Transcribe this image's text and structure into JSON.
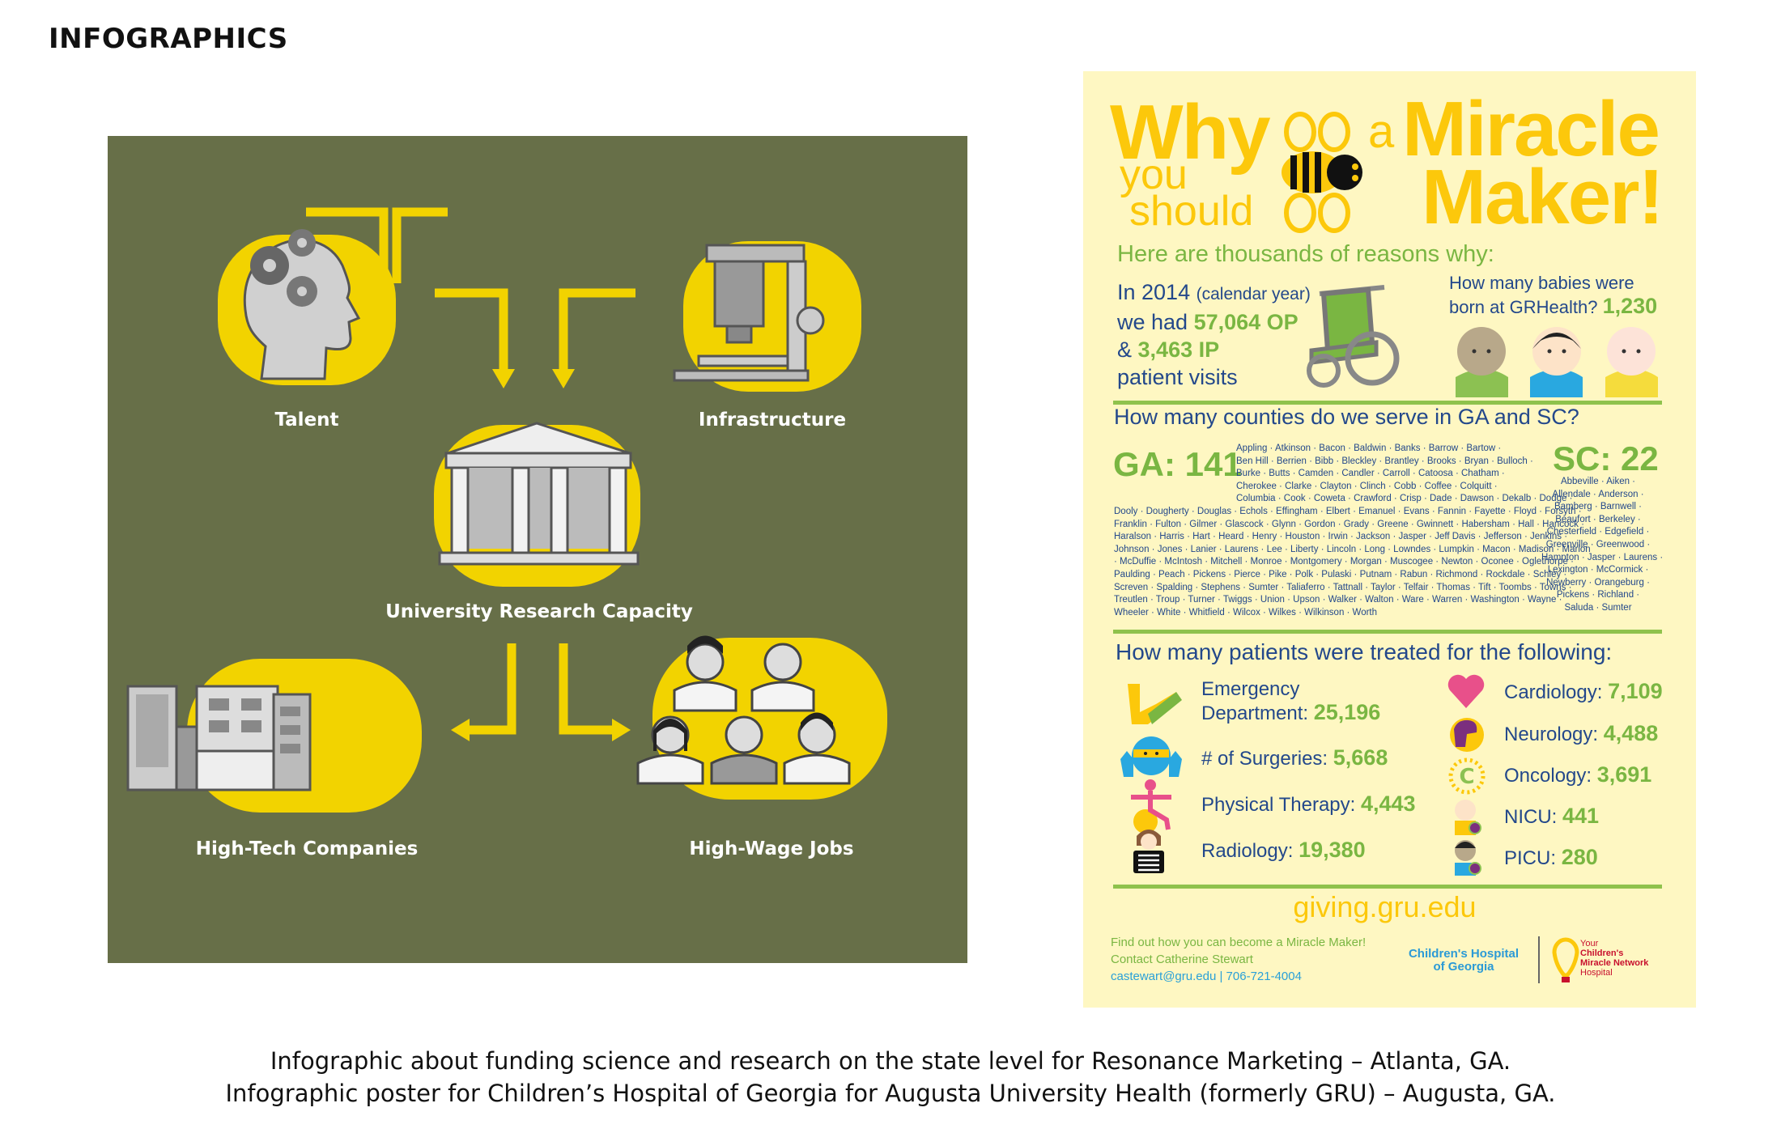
{
  "heading": "INFOGRAPHICS",
  "research_infographic": {
    "nodes": {
      "talent": "Talent",
      "infrastructure": "Infrastructure",
      "university": "University Research Capacity",
      "high_tech": "High-Tech Companies",
      "high_wage": "High-Wage Jobs"
    }
  },
  "poster": {
    "title": {
      "why": "Why",
      "you": "you",
      "should": "should",
      "a": "a",
      "miracle": "Miracle",
      "maker": "Maker!"
    },
    "subtitle": "Here are thousands of reasons why:",
    "visits": {
      "line1_a": "In 2014",
      "line1_b": "(calendar year)",
      "line2_a": "we had",
      "op": "57,064 OP",
      "line3_a": "&",
      "ip": "3,463 IP",
      "line4": "patient visits"
    },
    "babies": {
      "q1": "How many babies were",
      "q2": "born at GRHealth?",
      "count": "1,230"
    },
    "counties": {
      "question": "How many counties do we serve in GA and SC?",
      "ga_label": "GA: 141",
      "ga_lines": [
        "Appling · Atkinson · Bacon · Baldwin · Banks · Barrow · Bartow ·",
        "Ben Hill · Berrien · Bibb · Bleckley · Brantley · Brooks · Bryan · Bulloch ·",
        "Burke · Butts · Camden · Candler · Carroll · Catoosa · Chatham ·",
        "Cherokee · Clarke · Clayton · Clinch · Cobb · Coffee · Colquitt ·",
        "Columbia · Cook · Coweta · Crawford · Crisp · Dade · Dawson · Dekalb · Dodge ·",
        "Dooly · Dougherty · Douglas · Echols · Effingham · Elbert · Emanuel · Evans · Fannin · Fayette · Floyd · Forsyth ·",
        "Franklin · Fulton · Gilmer · Glascock · Glynn · Gordon · Grady · Greene · Gwinnett · Habersham · Hall · Hancock ·",
        "Haralson · Harris · Hart · Heard · Henry · Houston · Irwin · Jackson · Jasper · Jeff Davis · Jefferson · Jenkins ·",
        "Johnson · Jones · Lanier · Laurens · Lee · Liberty · Lincoln · Long · Lowndes · Lumpkin · Macon · Madison · Marion",
        "· McDuffie · McIntosh · Mitchell · Monroe · Montgomery · Morgan · Muscogee · Newton · Oconee · Oglethorpe ·",
        "Paulding · Peach · Pickens · Pierce · Pike · Polk · Pulaski · Putnam · Rabun · Richmond · Rockdale · Schley ·",
        "Screven · Spalding · Stephens · Sumter · Taliaferro · Tattnall · Taylor · Telfair · Thomas · Tift · Toombs · Towns ·",
        "Treutlen · Troup · Turner · Twiggs · Union · Upson · Walker · Walton · Ware · Warren · Washington · Wayne ·",
        "Wheeler · White · Whitfield · Wilcox · Wilkes · Wilkinson · Worth"
      ],
      "sc_label": "SC: 22",
      "sc_lines": [
        "Abbeville · Aiken ·",
        "Allendale · Anderson ·",
        "Bamberg · Barnwell ·",
        "Beaufort · Berkeley ·",
        "Chesterfield · Edgefield ·",
        "Greenville · Greenwood ·",
        "Hampton · Jasper · Laurens ·",
        "Lexington · McCormick ·",
        "Newberry · Orangeburg ·",
        "Pickens · Richland ·",
        "Saluda · Sumter"
      ]
    },
    "treated": {
      "question": "How many patients were treated for the following:",
      "left": [
        {
          "label1": "Emergency",
          "label2": "Department:",
          "value": "25,196",
          "icon": "arm-cast-icon"
        },
        {
          "label": "# of Surgeries:",
          "value": "5,668",
          "icon": "surgeon-icon"
        },
        {
          "label": "Physical Therapy:",
          "value": "4,443",
          "icon": "physical-therapy-icon"
        },
        {
          "label": "Radiology:",
          "value": "19,380",
          "icon": "xray-icon"
        }
      ],
      "right": [
        {
          "label": "Cardiology:",
          "value": "7,109",
          "icon": "heart-icon"
        },
        {
          "label": "Neurology:",
          "value": "4,488",
          "icon": "brain-icon"
        },
        {
          "label": "Oncology:",
          "value": "3,691",
          "icon": "sun-c-icon"
        },
        {
          "label": "NICU:",
          "value": "441",
          "icon": "baby-icon"
        },
        {
          "label": "PICU:",
          "value": "280",
          "icon": "child-icon"
        }
      ]
    },
    "website": "giving.gru.edu",
    "contact": {
      "line1": "Find out how you can become a Miracle Maker!",
      "line2": "Contact Catherine Stewart",
      "email": "castewart@gru.edu",
      "sep": "|",
      "phone": "706-721-4004"
    },
    "logos": {
      "chog_1": "Children's Hospital",
      "chog_2": "of Georgia",
      "cmn_1": "Your",
      "cmn_2": "Children's",
      "cmn_3": "Miracle Network",
      "cmn_4": "Hospital"
    },
    "colors": {
      "yellow": "#fcc80b",
      "green": "#7ab642",
      "blue": "#23488b",
      "olive": "#676f48",
      "panel_yellow": "#f2d300"
    }
  },
  "captions": [
    "Infographic about funding science and research on the state level for Resonance Marketing – Atlanta, GA.",
    "Infographic poster for Children’s Hospital of Georgia for Augusta University Health (formerly GRU) – Augusta, GA."
  ]
}
